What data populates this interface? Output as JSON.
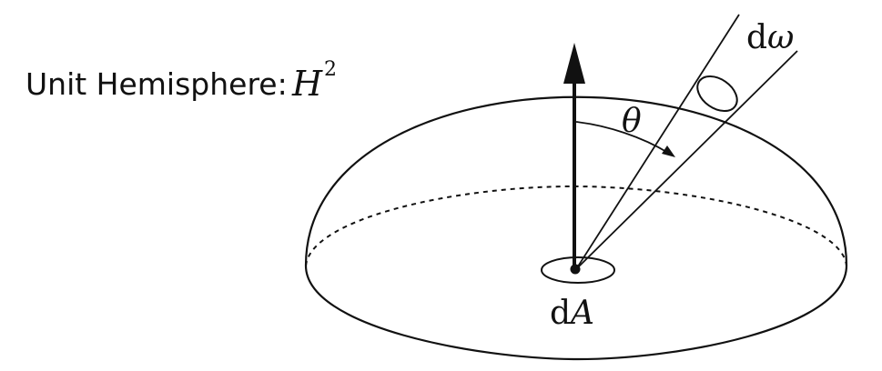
{
  "title": {
    "prefix": "Unit Hemisphere:",
    "symbol": "H",
    "superscript": "2"
  },
  "labels": {
    "theta": "θ",
    "d_omega_d": "d",
    "d_omega_omega": "ω",
    "d_a_d": "d",
    "d_a_a": "A"
  },
  "colors": {
    "ink": "#111111",
    "background": "#ffffff"
  }
}
